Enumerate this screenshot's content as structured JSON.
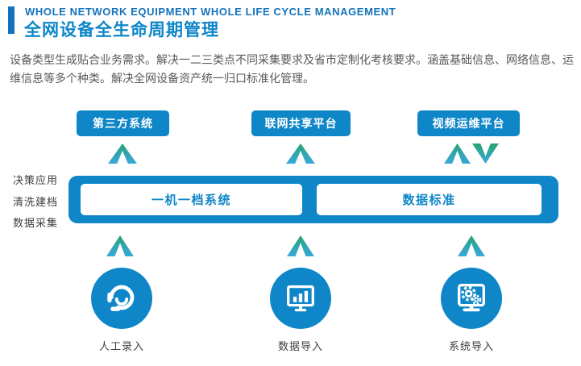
{
  "header": {
    "title_en": "WHOLE NETWORK EQUIPMENT WHOLE LIFE CYCLE MANAGEMENT",
    "title_zh": "全网设备全生命周期管理"
  },
  "description": "设备类型生成贴合业务需求。解决一二三类点不同采集要求及省市定制化考核要求。涵盖基础信息、网络信息、运维信息等多个种类。解决全网设备资产统一归口标准化管理。",
  "diagram": {
    "top_systems": [
      {
        "label": "第三方系统",
        "arrows": "up"
      },
      {
        "label": "联网共享平台",
        "arrows": "up"
      },
      {
        "label": "视频运维平台",
        "arrows": "up-down"
      }
    ],
    "side_labels": [
      {
        "label": "决策应用"
      },
      {
        "label": "清洗建档"
      },
      {
        "label": "数据采集"
      }
    ],
    "platform_modules": [
      {
        "label": "一机一档系统"
      },
      {
        "label": "数据标准"
      }
    ],
    "input_channels": [
      {
        "label": "人工录入",
        "icon": "headset-icon"
      },
      {
        "label": "数据导入",
        "icon": "monitor-chart-icon"
      },
      {
        "label": "系统导入",
        "icon": "monitor-gear-icon"
      }
    ]
  },
  "colors": {
    "primary_blue": "#0E86C8",
    "title_blue": "#1373BC",
    "arrow_green": "#27A36B",
    "arrow_blue": "#3AA8DC",
    "body_text": "#58595B",
    "label_text": "#3E3E40"
  }
}
